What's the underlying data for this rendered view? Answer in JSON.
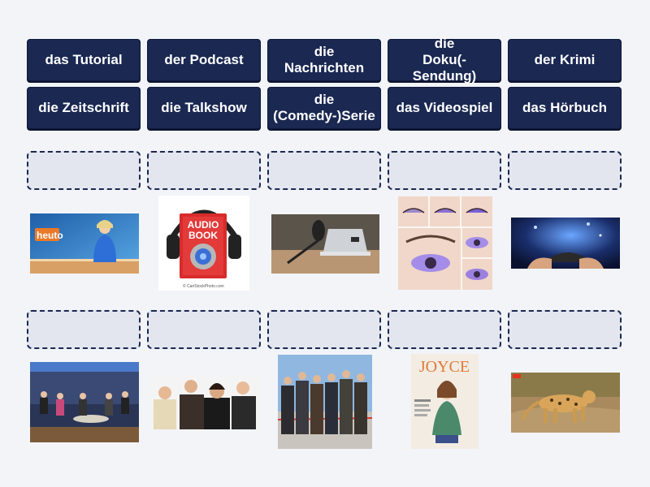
{
  "tiles": [
    {
      "label": "das Tutorial"
    },
    {
      "label": "der Podcast"
    },
    {
      "label": "die\nNachrichten"
    },
    {
      "label": "die\nDoku(-Sendung)"
    },
    {
      "label": "der Krimi"
    },
    {
      "label": "die Zeitschrift"
    },
    {
      "label": "die Talkshow"
    },
    {
      "label": "die\n(Comedy-)Serie"
    },
    {
      "label": "das Videospiel"
    },
    {
      "label": "das Hörbuch"
    }
  ],
  "images": {
    "news": {
      "logo_text": "heuto"
    },
    "audiobook": {
      "title_line1": "AUDIO",
      "title_line2": "BOOK",
      "credit": "© CanStockPhoto.com"
    },
    "magazine": {
      "title": "JOYCE"
    }
  },
  "colors": {
    "tile_bg": "#1a2852",
    "slot_bg": "#e3e6ee",
    "slot_border": "#1a2852",
    "page_bg": "#f2f4f8"
  }
}
